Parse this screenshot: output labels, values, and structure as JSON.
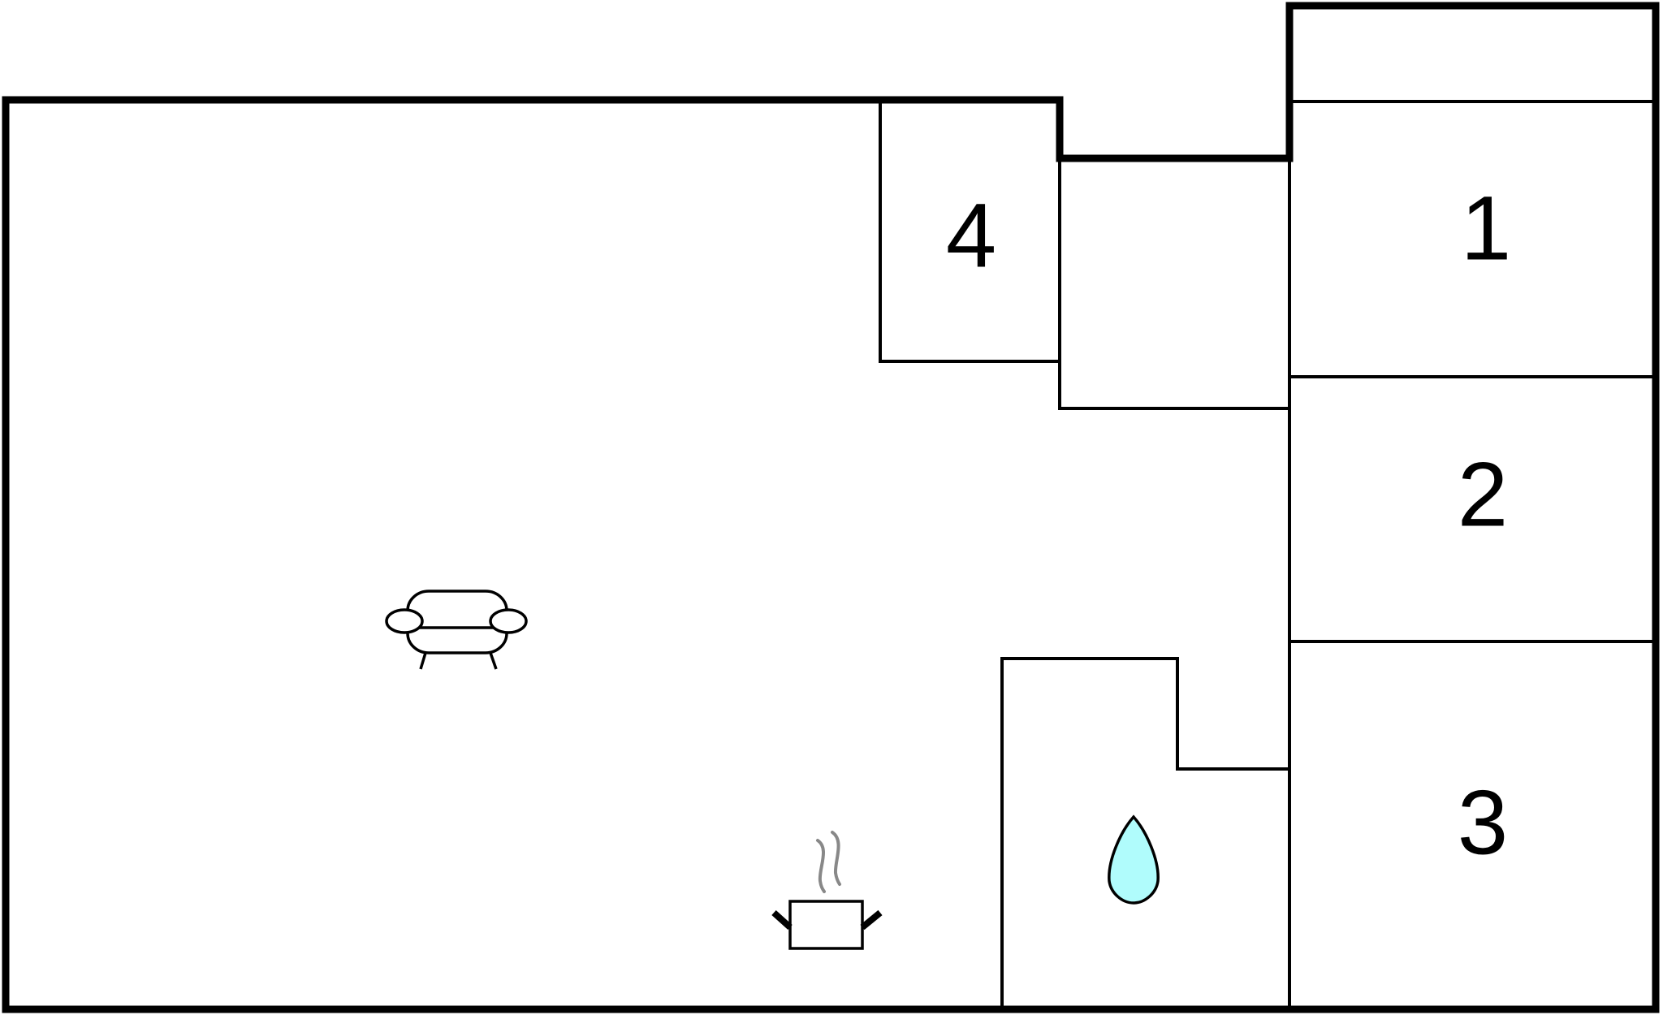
{
  "floorplan": {
    "title": "",
    "colors": {
      "wall": "#000000",
      "background": "#ffffff",
      "water_drop_fill": "#b0fcfc",
      "steam": "#888888"
    },
    "rooms": [
      {
        "id": "bedroom-1",
        "label": "1"
      },
      {
        "id": "bedroom-2",
        "label": "2"
      },
      {
        "id": "bedroom-3",
        "label": "3"
      },
      {
        "id": "bedroom-4",
        "label": "4"
      }
    ],
    "icons": [
      {
        "id": "living-room",
        "icon": "sofa-icon"
      },
      {
        "id": "kitchen",
        "icon": "cooking-pot-icon"
      },
      {
        "id": "bathroom",
        "icon": "water-drop-icon"
      }
    ]
  }
}
